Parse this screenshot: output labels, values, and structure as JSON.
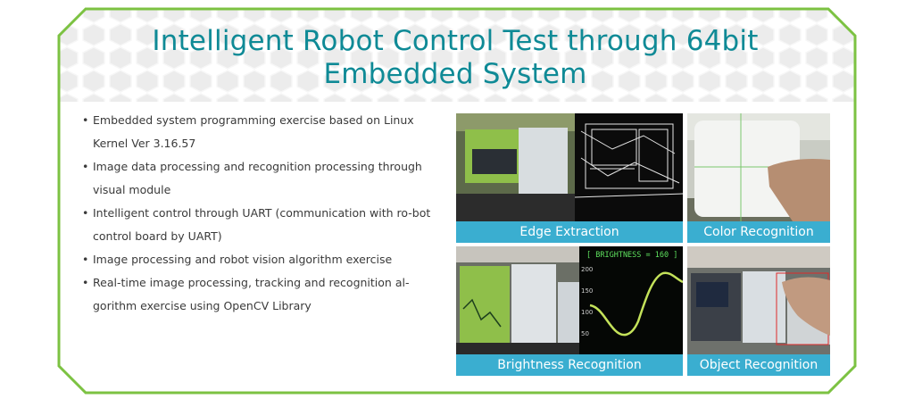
{
  "title_line1": "Intelligent Robot Control Test through 64bit",
  "title_line2": "Embedded System",
  "bullets": [
    "Embedded system programming exercise based on Linux Kernel Ver 3.16.57",
    "Image data processing and recognition processing through visual module",
    "Intelligent control through UART (communication with ro-bot control board by UART)",
    "Image processing and robot vision algorithm exercise",
    "Real-time image processing, tracking and recognition al-gorithm exercise using OpenCV Library"
  ],
  "tiles": {
    "edge": "Edge Extraction",
    "color": "Color Recognition",
    "brightness": "Brightness Recognition",
    "object": "Object Recognition"
  },
  "brightness_plot": {
    "readout": "[ BRIGHTNESS = 160 ]",
    "ticks": [
      "200",
      "150",
      "100",
      "50"
    ]
  },
  "colors": {
    "border": "#7cc242",
    "title": "#0f8a96",
    "caption": "#3aaed0"
  }
}
